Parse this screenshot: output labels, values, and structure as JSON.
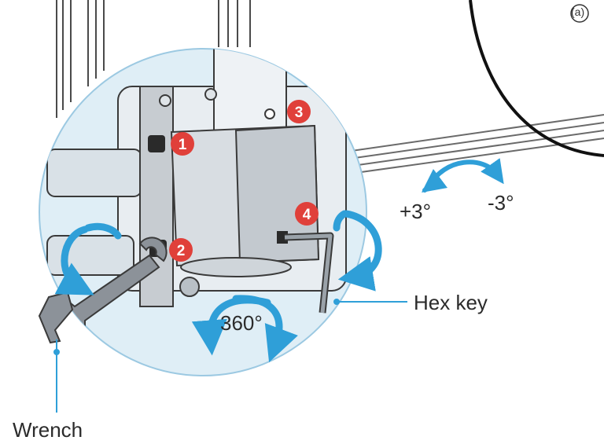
{
  "diagram": {
    "labels": {
      "wrench": "Wrench",
      "hex_key": "Hex key",
      "rotation": "360°",
      "tilt_plus": "+3°",
      "tilt_minus": "-3°",
      "corner_mark": "(a)"
    },
    "callouts": [
      "1",
      "2",
      "3",
      "4"
    ],
    "colors": {
      "accent_blue": "#2f9fd8",
      "callout_red": "#e0403a",
      "magnifier_fill": "#dfeef6",
      "hardware_gray": "#c7ccd1",
      "outline": "#3a3a3a"
    }
  }
}
